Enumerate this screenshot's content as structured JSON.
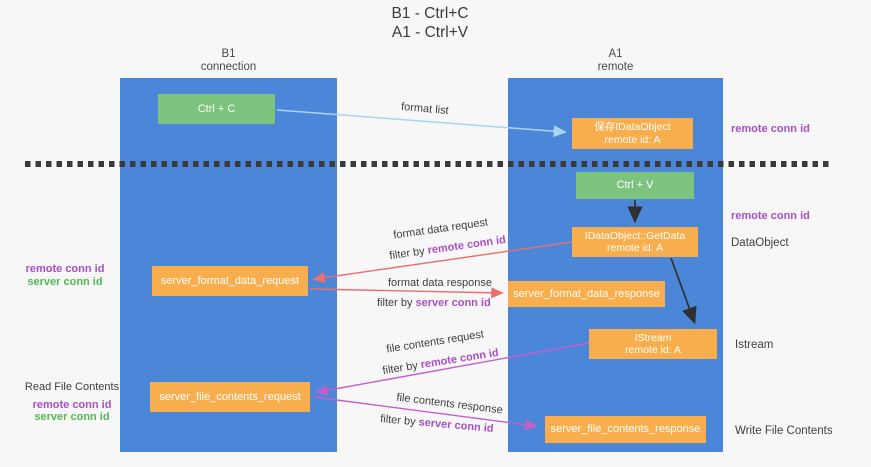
{
  "title": {
    "line1": "B1 - Ctrl+C",
    "line2": "A1 - Ctrl+V"
  },
  "columns": {
    "left": {
      "name": "B1",
      "role": "connection"
    },
    "right": {
      "name": "A1",
      "role": "remote"
    }
  },
  "boxes": {
    "ctrl_c": "Ctrl + C",
    "ctrl_v": "Ctrl + V",
    "save_dataobject": {
      "line1": "保存IDataObject",
      "line2": "remote id: A"
    },
    "getdata": {
      "line1": "IDataObject::GetData",
      "line2": "remote id: A"
    },
    "istream": {
      "line1": "IStream",
      "line2": "remote id: A"
    },
    "server_format_data_request": "server_format_data_request",
    "server_format_data_response": "server_format_data_response",
    "server_file_contents_request": "server_file_contents_request",
    "server_file_contents_response": "server_file_contents_response"
  },
  "arrows": {
    "format_list": {
      "label": "format list"
    },
    "format_request": {
      "label": "format data request",
      "filter_prefix": "filter by ",
      "filter_key": "remote conn id"
    },
    "format_response": {
      "label": "format data response",
      "filter_prefix": "filter by ",
      "filter_key": "server conn id"
    },
    "file_request": {
      "label": "file contents request",
      "filter_prefix": "filter by ",
      "filter_key": "remote conn id"
    },
    "file_response": {
      "label": "file contents response",
      "filter_prefix": "filter by ",
      "filter_key": "server conn id"
    }
  },
  "side_labels": {
    "right_top_conn": "remote conn id",
    "right_mid_conn": "remote conn id",
    "dataobject": "DataObject",
    "istream": "Istream",
    "write_file_contents": "Write File Contents",
    "left_format": {
      "remote": "remote conn id",
      "server": "server conn id"
    },
    "left_file": {
      "title": "Read File Contents",
      "remote": "remote conn id",
      "server": "server conn id"
    }
  },
  "colors": {
    "bg": "#f7f7f8",
    "column_blue": "#4c86d9",
    "green_box": "#7cc47e",
    "orange_box": "#f9ae4d",
    "box_text": "#ffffff",
    "dark_text": "#3f3f3f",
    "purple_text": "#a84fc6",
    "green_text": "#54b854",
    "red_arrow": "#e87070",
    "magenta_arrow": "#c55ec8",
    "blue_arrow": "#a9d4f1",
    "black_arrow": "#2f2f2f",
    "dashed_line": "#3a3a3a"
  }
}
